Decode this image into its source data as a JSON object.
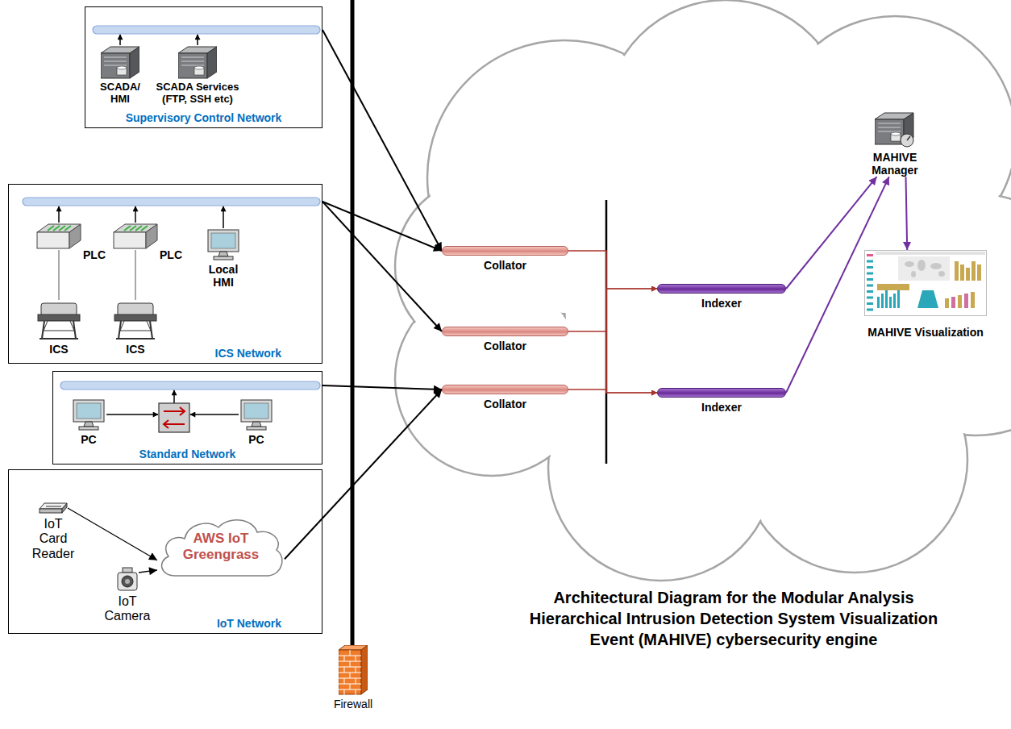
{
  "diagram": {
    "title": "Architectural Diagram for the Modular Analysis Hierarchical Intrusion Detection System Visualization Event (MAHIVE) cybersecurity engine",
    "nodes": [
      {
        "text": [
          "Supervisory Control Network"
        ]
      },
      {
        "text": [
          "SCADA/ HMI"
        ],
        "in": 0
      },
      {
        "text": [
          "SCADA Services (FTP, SSH etc)"
        ],
        "in": 0
      },
      {
        "text": [
          "ICS Network"
        ]
      },
      {
        "text": [
          "PLC"
        ],
        "in": 3
      },
      {
        "text": [
          "PLC"
        ],
        "in": 3
      },
      {
        "text": [
          "Local HMI"
        ],
        "in": 3
      },
      {
        "text": [
          "ICS"
        ],
        "in": 3
      },
      {
        "text": [
          "ICS"
        ],
        "in": 3
      },
      {
        "text": [
          "Standard Network"
        ]
      },
      {
        "text": [
          "PC"
        ],
        "in": 9
      },
      {
        "text": [
          "PC"
        ],
        "in": 9
      },
      {
        "text": [
          "IoT Network"
        ]
      },
      {
        "text": [
          "IoT Card Reader"
        ],
        "in": 12
      },
      {
        "text": [
          "AWS IoT Greengrass"
        ],
        "in": 12
      },
      {
        "text": [
          "IoT Camera"
        ],
        "in": 12
      },
      {
        "text": [
          "Firewall"
        ]
      },
      {
        "text": [
          "Collator"
        ]
      },
      {
        "text": [
          "Collator"
        ]
      },
      {
        "text": [
          "Collator"
        ]
      },
      {
        "text": [
          "Indexer"
        ]
      },
      {
        "text": [
          "Indexer"
        ]
      },
      {
        "text": [
          "MAHIVE Manager"
        ]
      },
      {
        "text": [
          "MAHIVE Visualization"
        ]
      }
    ],
    "edges": [
      {
        "from": 0,
        "to": 17,
        "arrow": "to"
      },
      {
        "from": 3,
        "to": 17,
        "arrow": "to"
      },
      {
        "from": 3,
        "to": 18,
        "arrow": "to"
      },
      {
        "from": 9,
        "to": 19,
        "arrow": "to"
      },
      {
        "from": 14,
        "to": 19,
        "arrow": "to"
      },
      {
        "from": 13,
        "to": 14,
        "arrow": "to"
      },
      {
        "from": 15,
        "to": 14,
        "arrow": "to"
      },
      {
        "from": 4,
        "to": 7,
        "arrow": "none"
      },
      {
        "from": 5,
        "to": 8,
        "arrow": "none"
      },
      {
        "from": 17,
        "to": 20,
        "arrow": "to"
      },
      {
        "from": 17,
        "to": 21,
        "arrow": "to"
      },
      {
        "from": 18,
        "to": 20,
        "arrow": "to"
      },
      {
        "from": 18,
        "to": 21,
        "arrow": "to"
      },
      {
        "from": 19,
        "to": 20,
        "arrow": "to"
      },
      {
        "from": 19,
        "to": 21,
        "arrow": "to"
      },
      {
        "from": 20,
        "to": 22,
        "arrow": "to"
      },
      {
        "from": 21,
        "to": 22,
        "arrow": "to"
      },
      {
        "from": 22,
        "to": 23,
        "arrow": "to"
      }
    ]
  }
}
